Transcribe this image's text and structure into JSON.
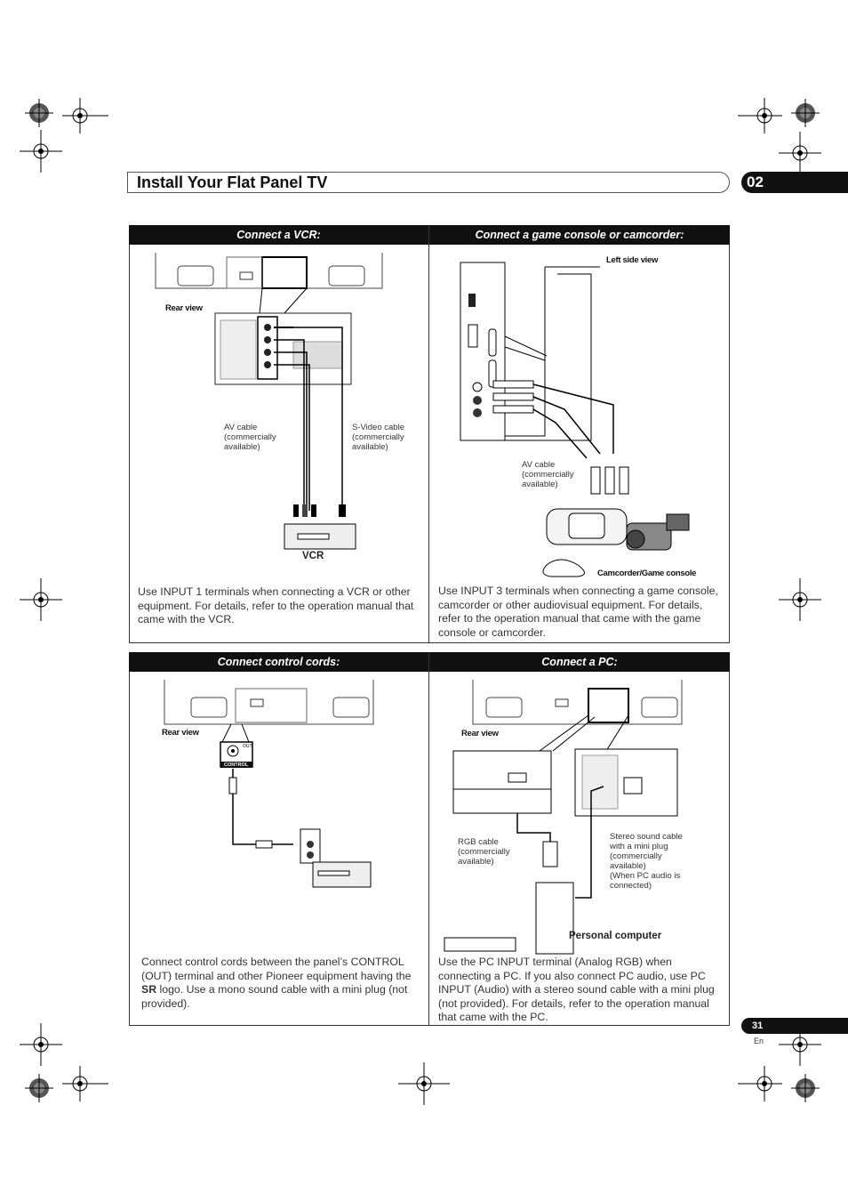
{
  "header": {
    "title": "Install Your Flat Panel TV",
    "chapter": "02"
  },
  "sections": {
    "vcr": {
      "heading": "Connect a VCR:",
      "rear_view": "Rear view",
      "av_cable": "AV cable\n(commercially\navailable)",
      "svideo_cable": "S-Video cable\n(commercially\navailable)",
      "device": "VCR",
      "text": "Use INPUT 1 terminals when connecting a VCR or other equipment. For details, refer to the operation manual that came with the VCR."
    },
    "game": {
      "heading": "Connect a game console or camcorder:",
      "left_side_view": "Left side view",
      "av_cable": "AV cable\n(commercially\navailable)",
      "device": "Camcorder/Game console",
      "text": "Use INPUT 3 terminals when connecting a game console, camcorder or other audiovisual equipment. For details, refer to the operation manual that came with the game console or camcorder."
    },
    "control": {
      "heading": "Connect control cords:",
      "rear_view": "Rear view",
      "control_label": "CONTROL",
      "out_label": "OUT",
      "text_before_logo": "Connect control cords between the panel’s CONTROL (OUT) terminal and other Pioneer equipment having the ",
      "logo": "SR",
      "text_after_logo": " logo. Use a mono sound cable with a mini plug (not provided)."
    },
    "pc": {
      "heading": "Connect a PC:",
      "rear_view": "Rear view",
      "rgb_cable": "RGB cable\n(commercially\navailable)",
      "stereo_cable": "Stereo sound cable\nwith a mini plug\n(commercially\navailable)\n(When PC audio is\nconnected)",
      "device": "Personal computer",
      "text": "Use the PC INPUT terminal (Analog RGB) when connecting a PC. If you also connect PC audio, use PC INPUT (Audio) with a stereo sound cable with a mini plug (not provided). For details, refer to the operation manual that came with the PC."
    }
  },
  "footer": {
    "page": "31",
    "lang": "En"
  }
}
